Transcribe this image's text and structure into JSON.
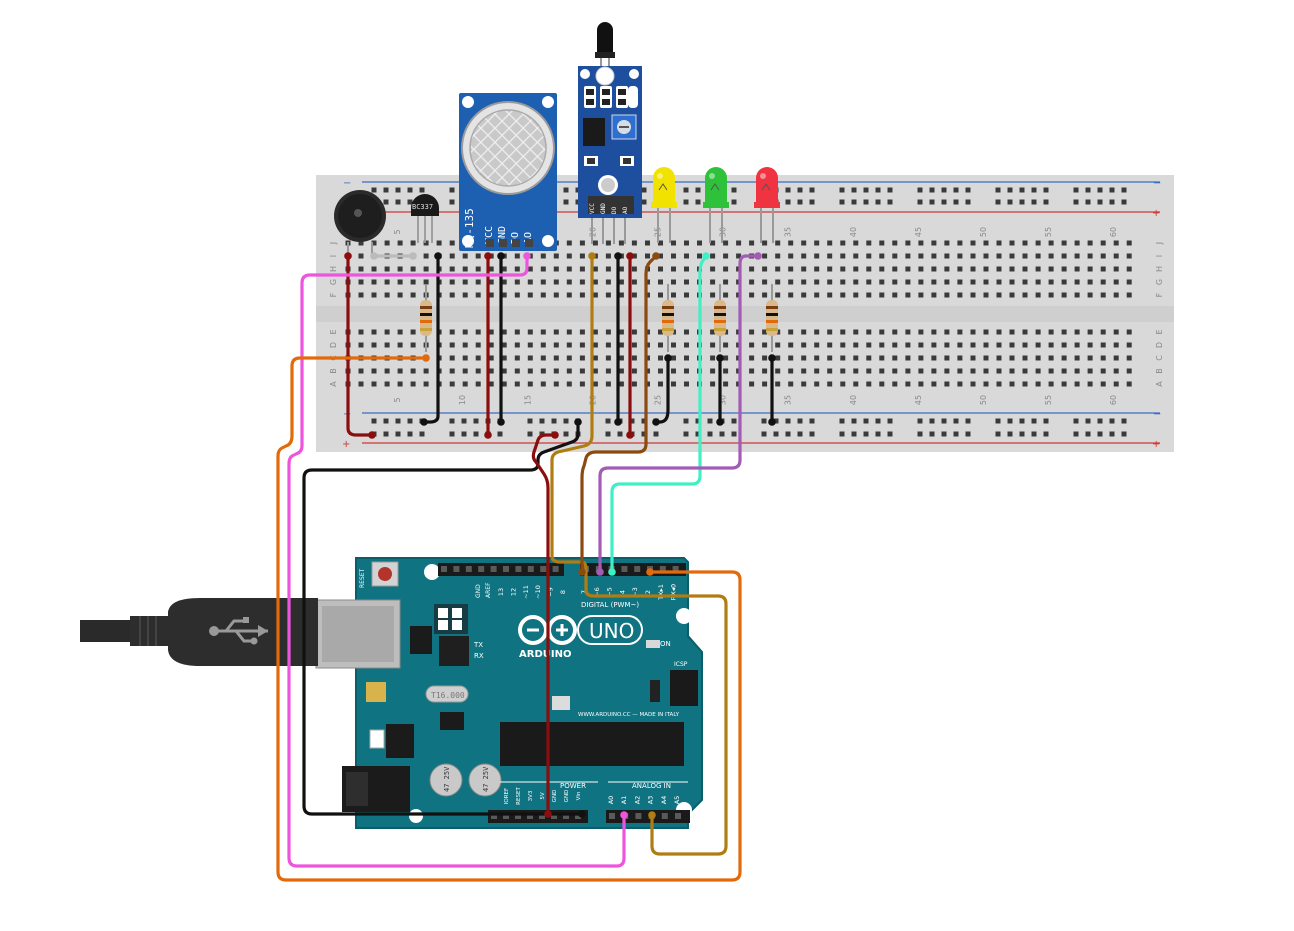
{
  "breadboard": {
    "column_numbers": [
      "5",
      "10",
      "15",
      "20",
      "25",
      "30",
      "35",
      "40",
      "45",
      "50",
      "55",
      "60"
    ],
    "row_letters_top": [
      "J",
      "I",
      "H",
      "G",
      "F"
    ],
    "row_letters_bottom": [
      "E",
      "D",
      "C",
      "B",
      "A"
    ],
    "rail_minus": "−",
    "rail_plus": "+"
  },
  "components": {
    "transistor_label": "BC337",
    "gas_sensor": {
      "model": "MQ-135",
      "pins": [
        "VCC",
        "GND",
        "DO",
        "AO"
      ]
    },
    "flame_sensor": {
      "pins": [
        "VCC",
        "GND",
        "DO",
        "AO"
      ]
    },
    "leds": [
      {
        "color_name": "yellow",
        "color": "#f2e200"
      },
      {
        "color_name": "green",
        "color": "#2ec23a"
      },
      {
        "color_name": "red",
        "color": "#ef3340"
      }
    ]
  },
  "arduino": {
    "brand": "ARDUINO",
    "model": "UNO",
    "reset_label": "RESET",
    "icsp_label": "ICSP",
    "on_label": "ON",
    "tx_label": "TX",
    "rx_label": "RX",
    "aref_label": "AREF",
    "gnd_label": "GND",
    "digital_label": "DIGITAL (PWM~)",
    "digital_pins": [
      "13",
      "12",
      "~11",
      "~10",
      "~9",
      "8",
      "7",
      "~6",
      "~5",
      "4",
      "~3",
      "2",
      "TX▸1",
      "RX◂0"
    ],
    "power_label": "POWER",
    "power_pins": [
      "IOREF",
      "RESET",
      "3V3",
      "5V",
      "GND",
      "GND",
      "Vin"
    ],
    "analog_label": "ANALOG IN",
    "analog_pins": [
      "A0",
      "A1",
      "A2",
      "A3",
      "A4",
      "A5"
    ],
    "url_label": "WWW.ARDUINO.CC — MADE IN ITALY",
    "crystal_label": "T16.000",
    "capacitor_label": "47 25V"
  },
  "colors": {
    "breadboard": "#d9d9d9",
    "arduino_board": "#0f7381",
    "wire_black": "#111111",
    "wire_dark_red": "#8b0d0d",
    "wire_pink": "#ee55dd",
    "wire_orange": "#e36a0a",
    "wire_brown": "#8a4a10",
    "wire_gold": "#b07d12",
    "wire_aqua": "#3ff0c6",
    "wire_purple": "#a35bb3",
    "wire_gray": "#bbbbbb",
    "sensor_blue": "#1d5fb0"
  }
}
